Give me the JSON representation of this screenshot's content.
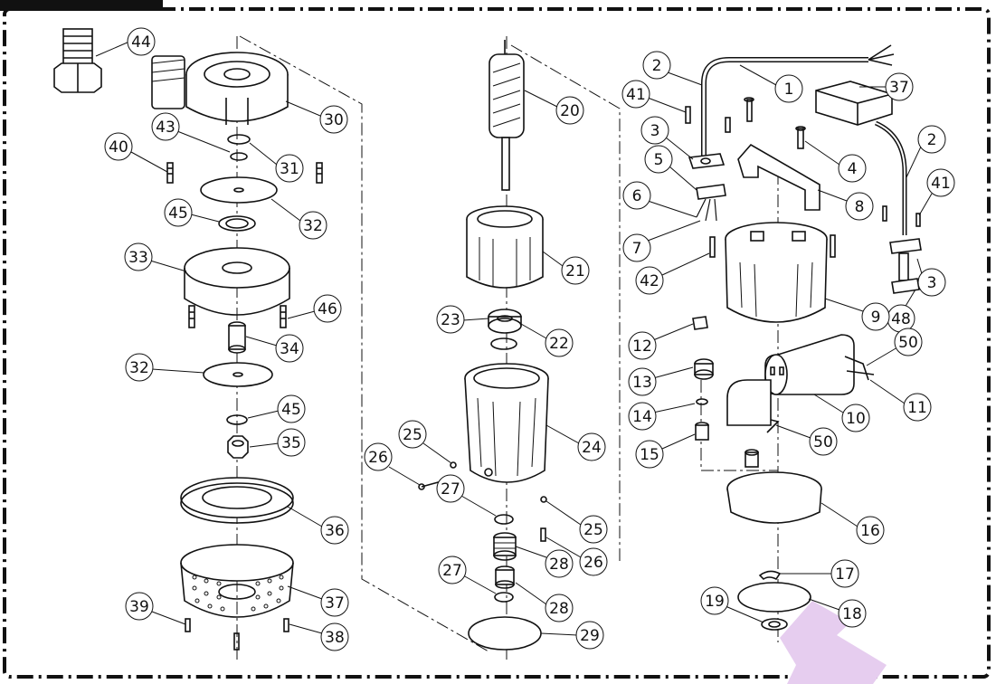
{
  "diagram": {
    "type": "exploded-parts-view",
    "part_numbers": [
      "1",
      "2",
      "3",
      "4",
      "5",
      "6",
      "7",
      "8",
      "9",
      "10",
      "11",
      "12",
      "13",
      "14",
      "15",
      "16",
      "17",
      "18",
      "19",
      "20",
      "21",
      "22",
      "23",
      "24",
      "25",
      "26",
      "27",
      "28",
      "29",
      "30",
      "31",
      "32",
      "33",
      "34",
      "35",
      "36",
      "37",
      "38",
      "39",
      "40",
      "41",
      "42",
      "43",
      "44",
      "45",
      "46",
      "48",
      "50"
    ]
  },
  "callouts": {
    "c44": "44",
    "c30": "30",
    "c43": "43",
    "c40": "40",
    "c31": "31",
    "c32a": "32",
    "c45a": "45",
    "c33": "33",
    "c46": "46",
    "c34": "34",
    "c32b": "32",
    "c45b": "45",
    "c35": "35",
    "c36": "36",
    "c37a": "37",
    "c38": "38",
    "c39": "39",
    "c20": "20",
    "c21": "21",
    "c22": "22",
    "c23": "23",
    "c24": "24",
    "c25a": "25",
    "c26a": "26",
    "c27a": "27",
    "c25b": "25",
    "c26b": "26",
    "c28a": "28",
    "c27b": "27",
    "c28b": "28",
    "c29": "29",
    "c1": "1",
    "c2a": "2",
    "c41a": "41",
    "c37b": "37",
    "c3a": "3",
    "c4": "4",
    "c2b": "2",
    "c5": "5",
    "c41b": "41",
    "c6": "6",
    "c8": "8",
    "c7": "7",
    "c42": "42",
    "c3b": "3",
    "c48": "48",
    "c9": "9",
    "c12": "12",
    "c50a": "50",
    "c13": "13",
    "c11": "11",
    "c14": "14",
    "c10": "10",
    "c15": "15",
    "c50b": "50",
    "c16": "16",
    "c17": "17",
    "c18": "18",
    "c19": "19"
  },
  "colors": {
    "line": "#111111",
    "frame": "#111111",
    "watermark": "#e6cdef"
  }
}
